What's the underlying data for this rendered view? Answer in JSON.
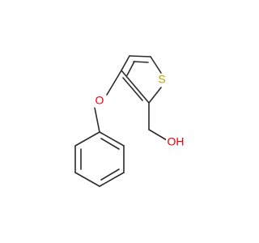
{
  "molecule": {
    "atoms": {
      "sulfur": {
        "label": "S",
        "color": "#b8a800"
      },
      "oxygen_ether": {
        "label": "O",
        "color": "#e8000b"
      },
      "oxygen_hydroxyl": {
        "label": "OH",
        "color": "#e8000b"
      }
    },
    "bond_color": "#2b2b2b"
  }
}
